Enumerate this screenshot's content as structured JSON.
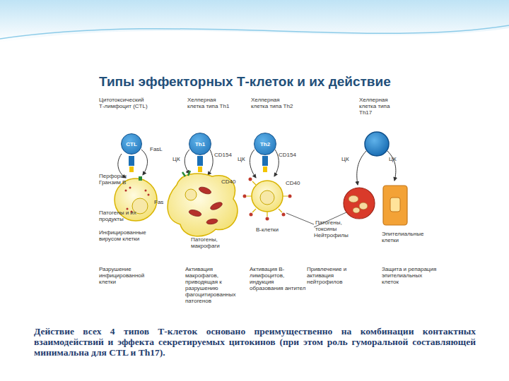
{
  "diagram": {
    "title": "Типы эффекторных Т-клеток и их действие",
    "caption": "Действие всех 4 типов Т-клеток основано преимущественно на комбинации контактных взаимодействий и эффекта секретируемых цитокинов (при этом роль гуморальной составляющей минимальна для CTL и Th17).",
    "nodes": [
      {
        "text": [
          "CTL"
        ]
      },
      {
        "text": [
          "Th1"
        ]
      },
      {
        "text": [
          "Th2"
        ]
      }
    ],
    "labels": [
      "Цитотоксический Т-лимфоцит (CTL)",
      "Хелперная клетка типа Th1",
      "Хелперная клетка типа Th2",
      "Хелперная клетка типа Th17",
      "FasL",
      "Перфорин Гранзим B",
      "Fas",
      "Патогены и их продукты",
      "Инфицированные вирусом клетки",
      "ЦК",
      "CD154",
      "CD40",
      "Патогены, макрофаги",
      "ЦК",
      "CD154",
      "CD40",
      "Патогены, токсины",
      "В-клетки",
      "ЦК",
      "ЦК",
      "Нейтрофилы",
      "Эпителиальные клетки",
      "Разрушение инфицированной клетки",
      "Активация макрофагов, приводящая к разрушению фагоцитированных патогенов",
      "Активация В-лимфоцитов, индукция образования антител",
      "Привлечение и активация нейтрофилов",
      "Защита и репарация эпителиальных клеток"
    ]
  }
}
